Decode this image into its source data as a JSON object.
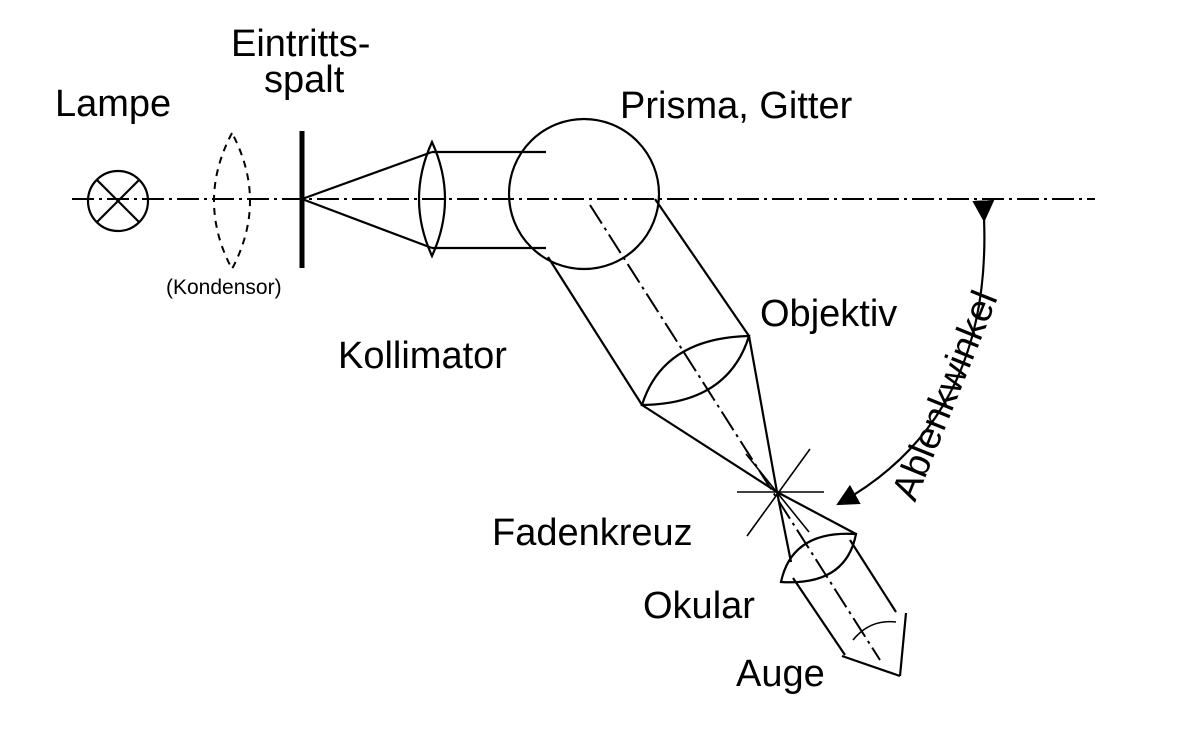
{
  "labels": {
    "lampe": "Lampe",
    "spalt_line1": "Eintritts-",
    "spalt_line2": "spalt",
    "prisma": "Prisma, Gitter",
    "kondensor": "(Kondensor)",
    "kollimator": "Kollimator",
    "objektiv": "Objektiv",
    "ablenkwinkel": "Ablenkwinkel",
    "fadenkreuz": "Fadenkreuz",
    "okular": "Okular",
    "auge": "Auge"
  }
}
